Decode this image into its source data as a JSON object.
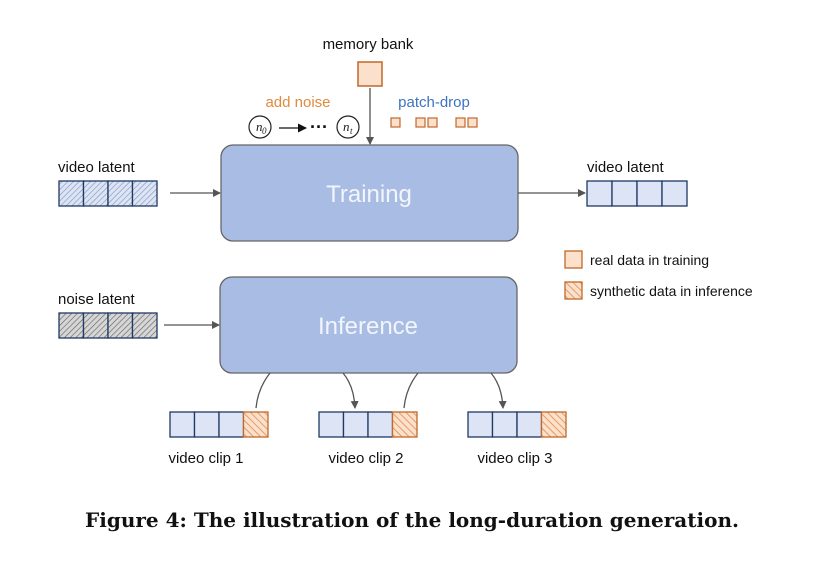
{
  "labels": {
    "memory_bank": "memory bank",
    "add_noise": "add noise",
    "patch_drop": "patch-drop",
    "video_latent_in": "video latent",
    "video_latent_out": "video latent",
    "noise_latent": "noise latent",
    "training": "Training",
    "inference": "Inference",
    "clip1": "video clip 1",
    "clip2": "video clip 2",
    "clip3": "video clip 3",
    "noise_start_base": "n",
    "noise_start_sub": "0",
    "noise_end_base": "n",
    "noise_end_sub": "t",
    "ellipsis": "···"
  },
  "legend": {
    "real": "real data in training",
    "synthetic": "synthetic data in inference"
  },
  "caption": "Figure 4: The illustration of the long-duration generation.",
  "colors": {
    "block_fill": "#a9bde4",
    "latent_fill": "#dce4f5",
    "latent_stroke": "#1f3864",
    "orange_fill": "#fbe0cc",
    "orange_stroke": "#c0692b",
    "orange_text": "#e08a3c",
    "blue_text": "#3d74c0"
  }
}
